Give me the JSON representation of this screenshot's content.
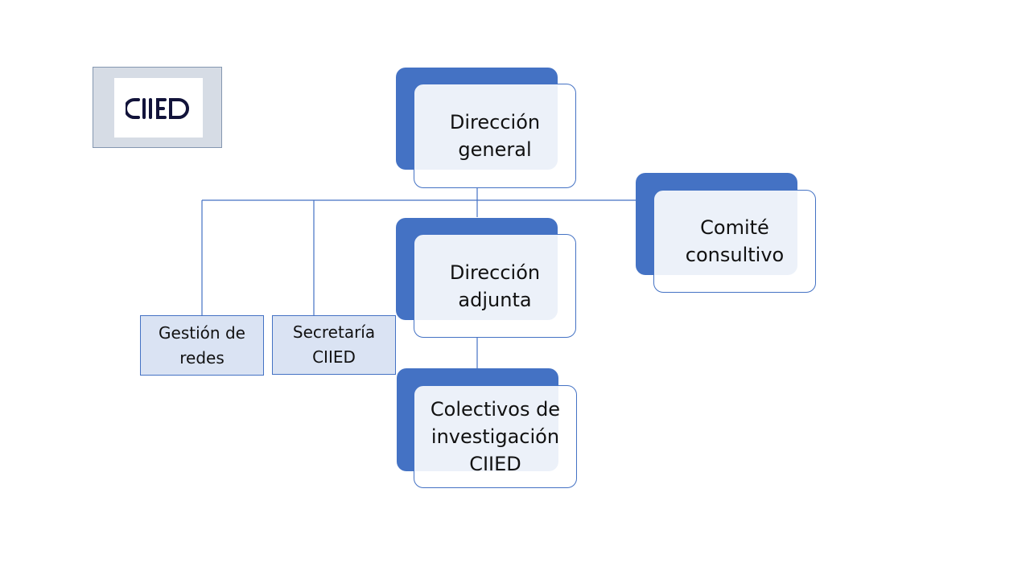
{
  "logo": {
    "text": "CIIED",
    "color": "#12133a"
  },
  "colors": {
    "accent": "#4472c4",
    "box_fill": "#dae3f3",
    "logo_frame": "#d6dce5"
  },
  "nodes": {
    "direccion_general": "Dirección\ngeneral",
    "comite_consultivo": "Comité\nconsultivo",
    "direccion_adjunta": "Dirección\nadjunta",
    "colectivos": "Colectivos de\ninvestigación\nCIIED",
    "gestion_redes": "Gestión de\nredes",
    "secretaria": "Secretaría\nCIIED"
  }
}
